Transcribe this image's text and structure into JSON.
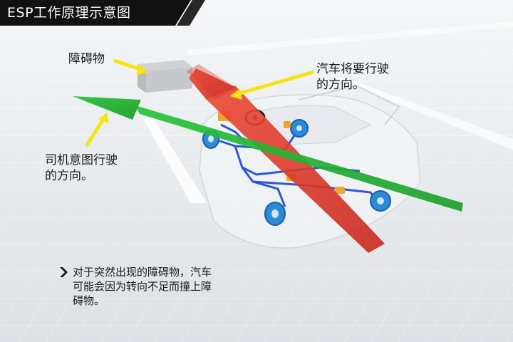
{
  "title": "ESP工作原理示意图",
  "labels": {
    "obstacle": "障碍物",
    "car_direction": [
      "汽车将要行驶",
      "的方向。"
    ],
    "driver_intent": [
      "司机意图行驶",
      "的方向。"
    ]
  },
  "note": {
    "lines": [
      "对于突然出现的障碍物，汽车",
      "可能会因为转向不足而撞上障",
      "碍物。"
    ]
  },
  "colors": {
    "title_bar": "#111111",
    "car_direction_arrow": "#e23a2a",
    "driver_intent_arrow": "#2dbd2d",
    "pointer_arrows": "#f5e313",
    "brake_lines": "#2f56d8",
    "wheels": "#2a8bd8"
  }
}
